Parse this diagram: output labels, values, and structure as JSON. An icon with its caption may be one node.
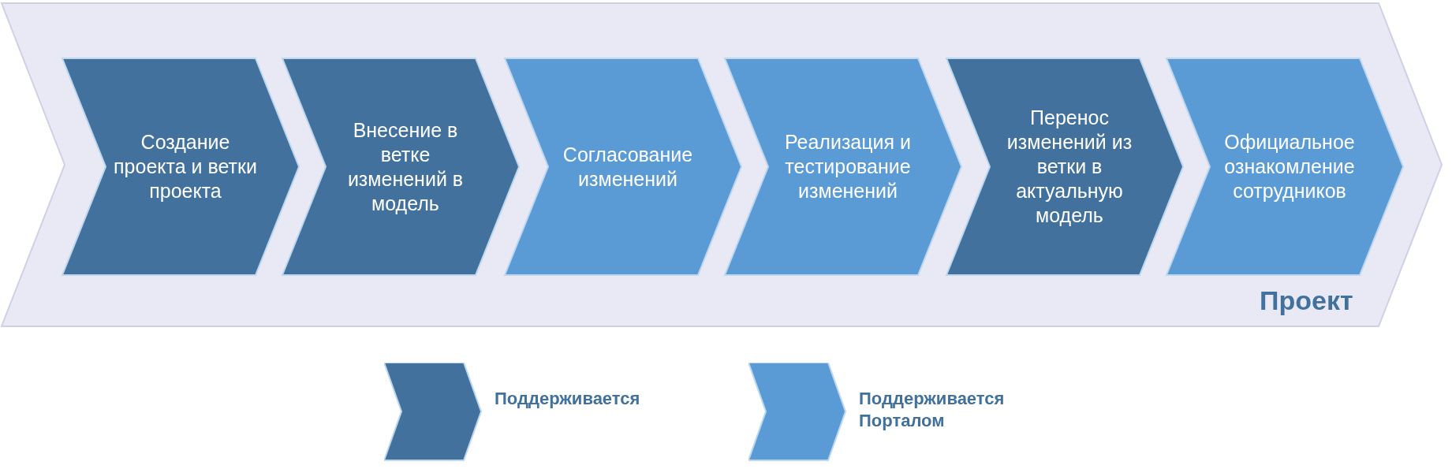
{
  "diagram": {
    "nodes": [
      {
        "text": [
          "Проект"
        ]
      },
      {
        "text": [
          "Создание проекта и ветки проекта"
        ],
        "in": 0
      },
      {
        "text": [
          "Внесение в ветке изменений в модель"
        ],
        "in": 0
      },
      {
        "text": [
          "Согласование изменений"
        ],
        "in": 0
      },
      {
        "text": [
          "Реализация и тестирование изменений"
        ],
        "in": 0
      },
      {
        "text": [
          "Перенос изменений из ветки в актуальную модель"
        ],
        "in": 0
      },
      {
        "text": [
          "Официальное ознакомление сотрудников"
        ],
        "in": 0
      }
    ],
    "legend": [
      {
        "text": "Поддерживается",
        "color": "#41719c"
      },
      {
        "text": "Поддерживается Порталом",
        "color": "#5b9bd5"
      }
    ]
  }
}
